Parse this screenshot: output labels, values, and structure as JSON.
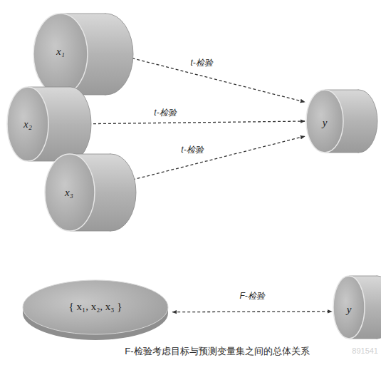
{
  "diagram": {
    "caption": "F-检验考虑目标与预测变量集之间的总体关系",
    "nodes": [
      {
        "text": [
          "x₁"
        ]
      },
      {
        "text": [
          "x₂"
        ]
      },
      {
        "text": [
          "x₃"
        ]
      },
      {
        "text": [
          "y"
        ]
      },
      {
        "text": [
          "{ x₁, x₂, x₃ }"
        ]
      },
      {
        "text": [
          "y"
        ]
      }
    ],
    "edges": [
      {
        "from": 0,
        "to": 3,
        "label": "t-检验",
        "arrow": "both"
      },
      {
        "from": 1,
        "to": 3,
        "label": "t-检验",
        "arrow": "both"
      },
      {
        "from": 2,
        "to": 3,
        "label": "t-检验",
        "arrow": "both"
      },
      {
        "from": 4,
        "to": 5,
        "label": "F-检验",
        "arrow": "both"
      }
    ],
    "labels": [
      "891541"
    ]
  }
}
